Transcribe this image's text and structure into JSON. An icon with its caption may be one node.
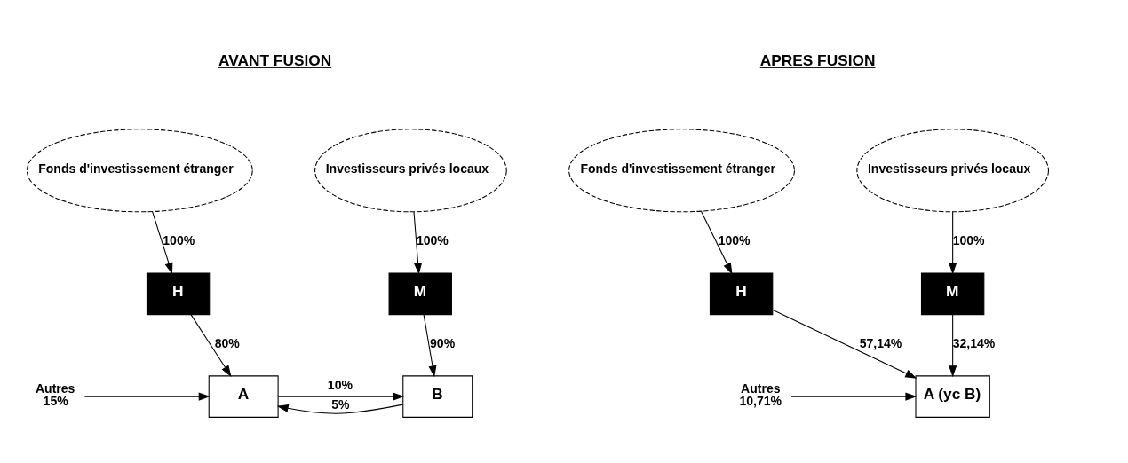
{
  "diagram": {
    "nodes": [
      {
        "text": [
          "Fonds d'investissement étranger"
        ]
      },
      {
        "text": [
          "Investisseurs privés locaux"
        ]
      },
      {
        "text": [
          "H"
        ]
      },
      {
        "text": [
          "M"
        ]
      },
      {
        "text": [
          "A"
        ]
      },
      {
        "text": [
          "B"
        ]
      },
      {
        "text": [
          "Autres"
        ],
        "beside": [
          "15%"
        ]
      },
      {
        "text": [
          "Fonds d'investissement étranger"
        ]
      },
      {
        "text": [
          "Investisseurs privés locaux"
        ]
      },
      {
        "text": [
          "H"
        ]
      },
      {
        "text": [
          "M"
        ]
      },
      {
        "text": [
          "A (yc B)"
        ]
      },
      {
        "text": [
          "Autres"
        ],
        "beside": [
          "10,71%"
        ]
      }
    ],
    "edges": [
      {
        "from": 0,
        "to": 2,
        "arrow": "to",
        "label": "100%"
      },
      {
        "from": 1,
        "to": 3,
        "arrow": "to",
        "label": "100%"
      },
      {
        "from": 2,
        "to": 4,
        "arrow": "to",
        "label": "80%"
      },
      {
        "from": 3,
        "to": 5,
        "arrow": "to",
        "label": "90%"
      },
      {
        "from": 4,
        "to": 5,
        "arrow": "to",
        "label": "10%"
      },
      {
        "from": 5,
        "to": 4,
        "arrow": "to",
        "label": "5%"
      },
      {
        "from": 6,
        "to": 4,
        "arrow": "to"
      },
      {
        "from": 7,
        "to": 9,
        "arrow": "to",
        "label": "100%"
      },
      {
        "from": 8,
        "to": 10,
        "arrow": "to",
        "label": "100%"
      },
      {
        "from": 9,
        "to": 11,
        "arrow": "to",
        "label": "57,14%"
      },
      {
        "from": 10,
        "to": 11,
        "arrow": "to",
        "label": "32,14%"
      },
      {
        "from": 12,
        "to": 11,
        "arrow": "to"
      }
    ],
    "labels": [
      "AVANT FUSION",
      "APRES FUSION"
    ]
  }
}
